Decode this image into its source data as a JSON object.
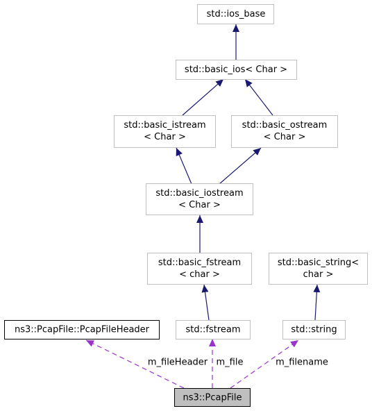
{
  "diagram": {
    "colors": {
      "inheritance_edge": "#191970",
      "usage_edge": "#9a32cd",
      "external_class_border": "#bfbfbf",
      "documented_class_border": "#000000",
      "focus_class_fill": "#bfbfbf"
    },
    "nodes": {
      "ios_base": {
        "lines": [
          "std::ios_base"
        ]
      },
      "basic_ios": {
        "lines": [
          "std::basic_ios< Char >"
        ]
      },
      "basic_istream": {
        "lines": [
          "std::basic_istream",
          "< Char >"
        ]
      },
      "basic_ostream": {
        "lines": [
          "std::basic_ostream",
          "< Char >"
        ]
      },
      "basic_iostream": {
        "lines": [
          "std::basic_iostream",
          "< Char >"
        ]
      },
      "basic_fstream": {
        "lines": [
          "std::basic_fstream",
          "< char >"
        ]
      },
      "basic_string": {
        "lines": [
          "std::basic_string<",
          "char >"
        ]
      },
      "pcap_file_header": {
        "lines": [
          "ns3::PcapFile::PcapFileHeader"
        ]
      },
      "fstream": {
        "lines": [
          "std::fstream"
        ]
      },
      "string": {
        "lines": [
          "std::string"
        ]
      },
      "pcap_file": {
        "lines": [
          "ns3::PcapFile"
        ]
      }
    },
    "edge_labels": {
      "file_header": "m_fileHeader",
      "file": "m_file",
      "filename": "m_filename"
    }
  }
}
